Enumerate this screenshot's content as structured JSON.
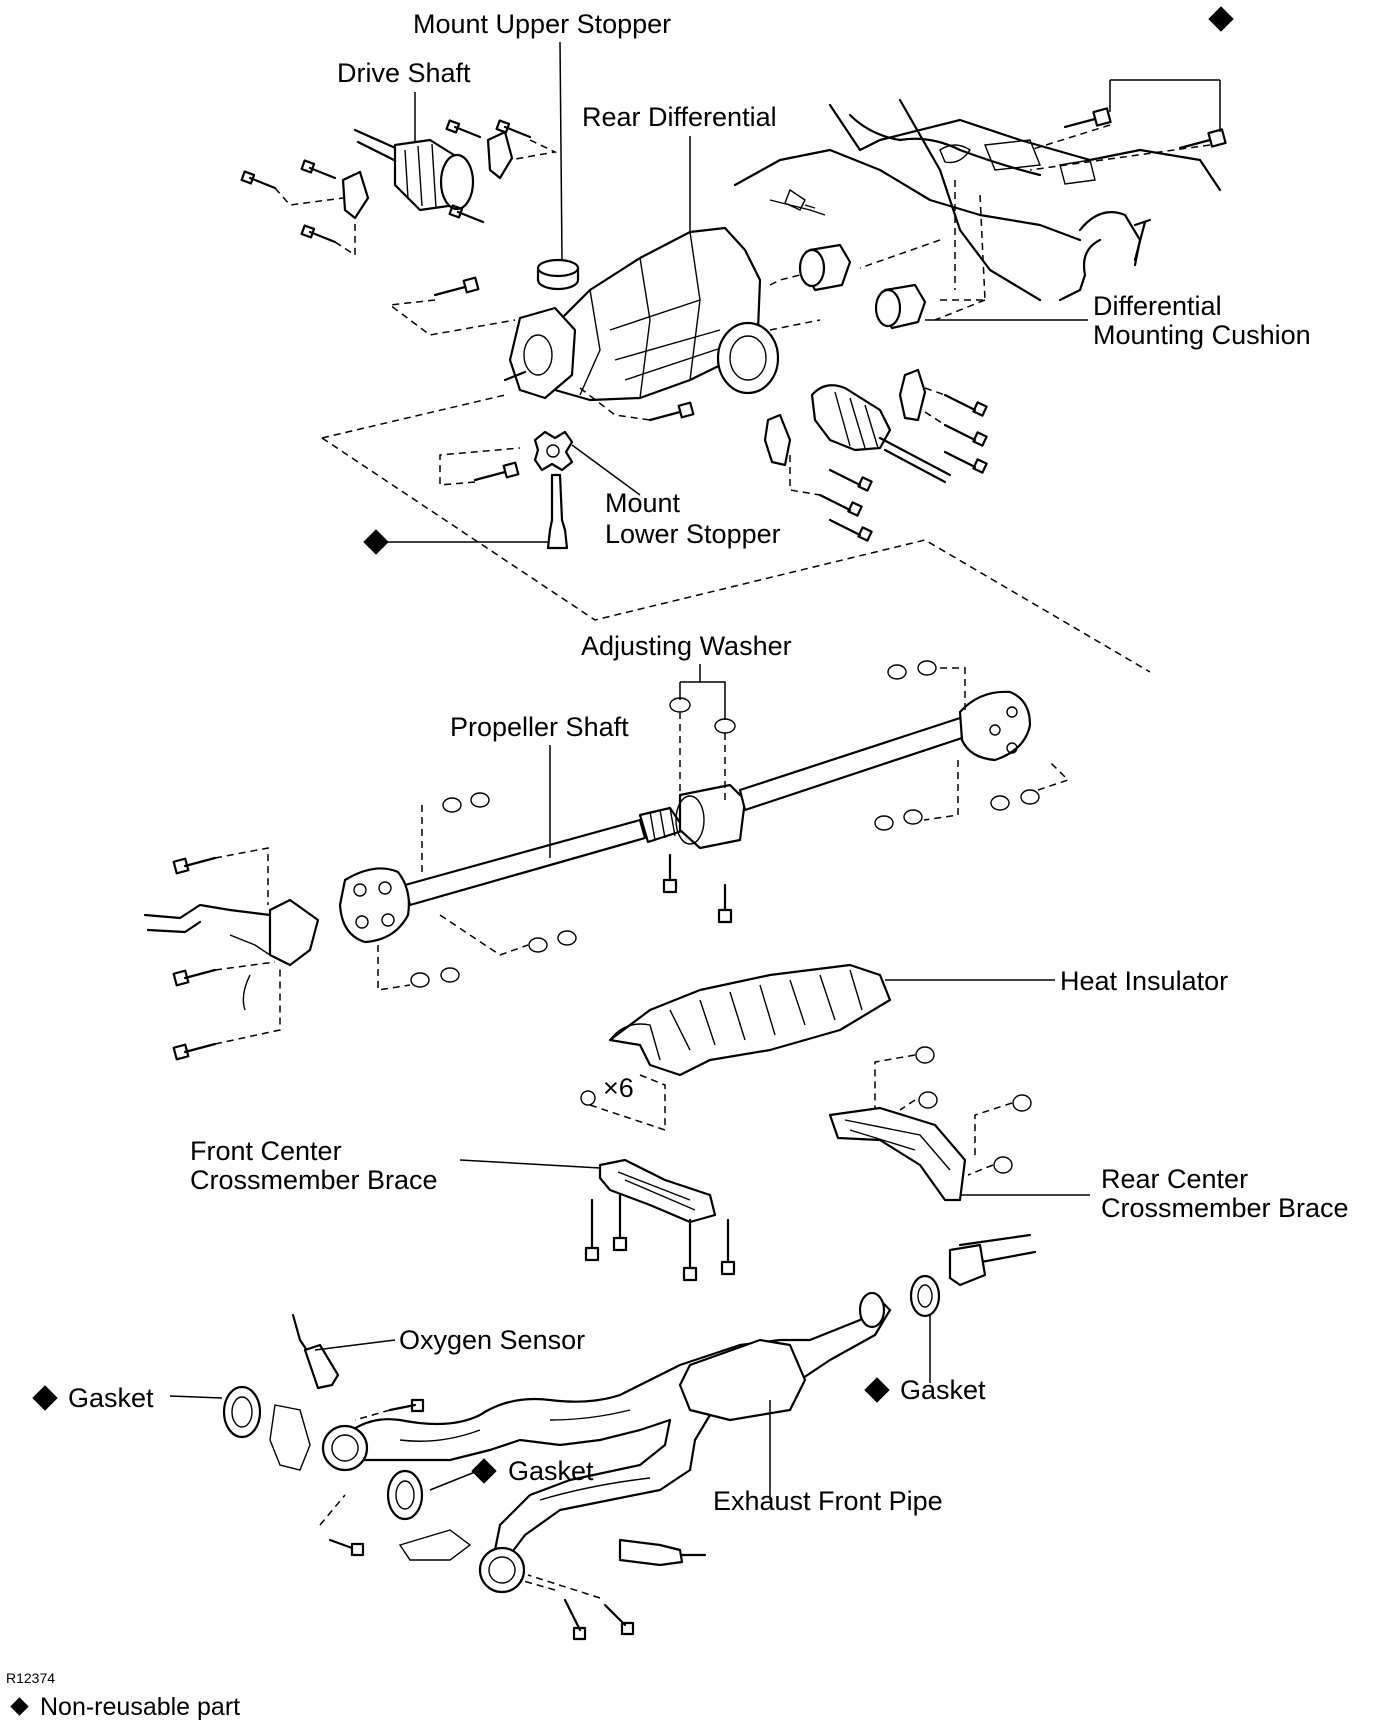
{
  "labels": {
    "mount_upper_stopper": "Mount Upper Stopper",
    "drive_shaft": "Drive Shaft",
    "rear_differential": "Rear Differential",
    "differential_mounting_cushion_line1": "Differential",
    "differential_mounting_cushion_line2": "Mounting Cushion",
    "mount_lower_stopper_line1": "Mount",
    "mount_lower_stopper_line2": "Lower Stopper",
    "adjusting_washer": "Adjusting Washer",
    "propeller_shaft": "Propeller Shaft",
    "heat_insulator": "Heat Insulator",
    "times_six": "×6",
    "front_center_brace_line1": "Front Center",
    "front_center_brace_line2": "Crossmember Brace",
    "rear_center_brace_line1": "Rear Center",
    "rear_center_brace_line2": "Crossmember Brace",
    "oxygen_sensor": "Oxygen Sensor",
    "gasket_left": "Gasket",
    "gasket_middle": "Gasket",
    "gasket_right": "Gasket",
    "exhaust_front_pipe": "Exhaust Front Pipe"
  },
  "figure_code": "R12374",
  "legend": {
    "symbol": "diamond",
    "text": "Non-reusable part"
  }
}
